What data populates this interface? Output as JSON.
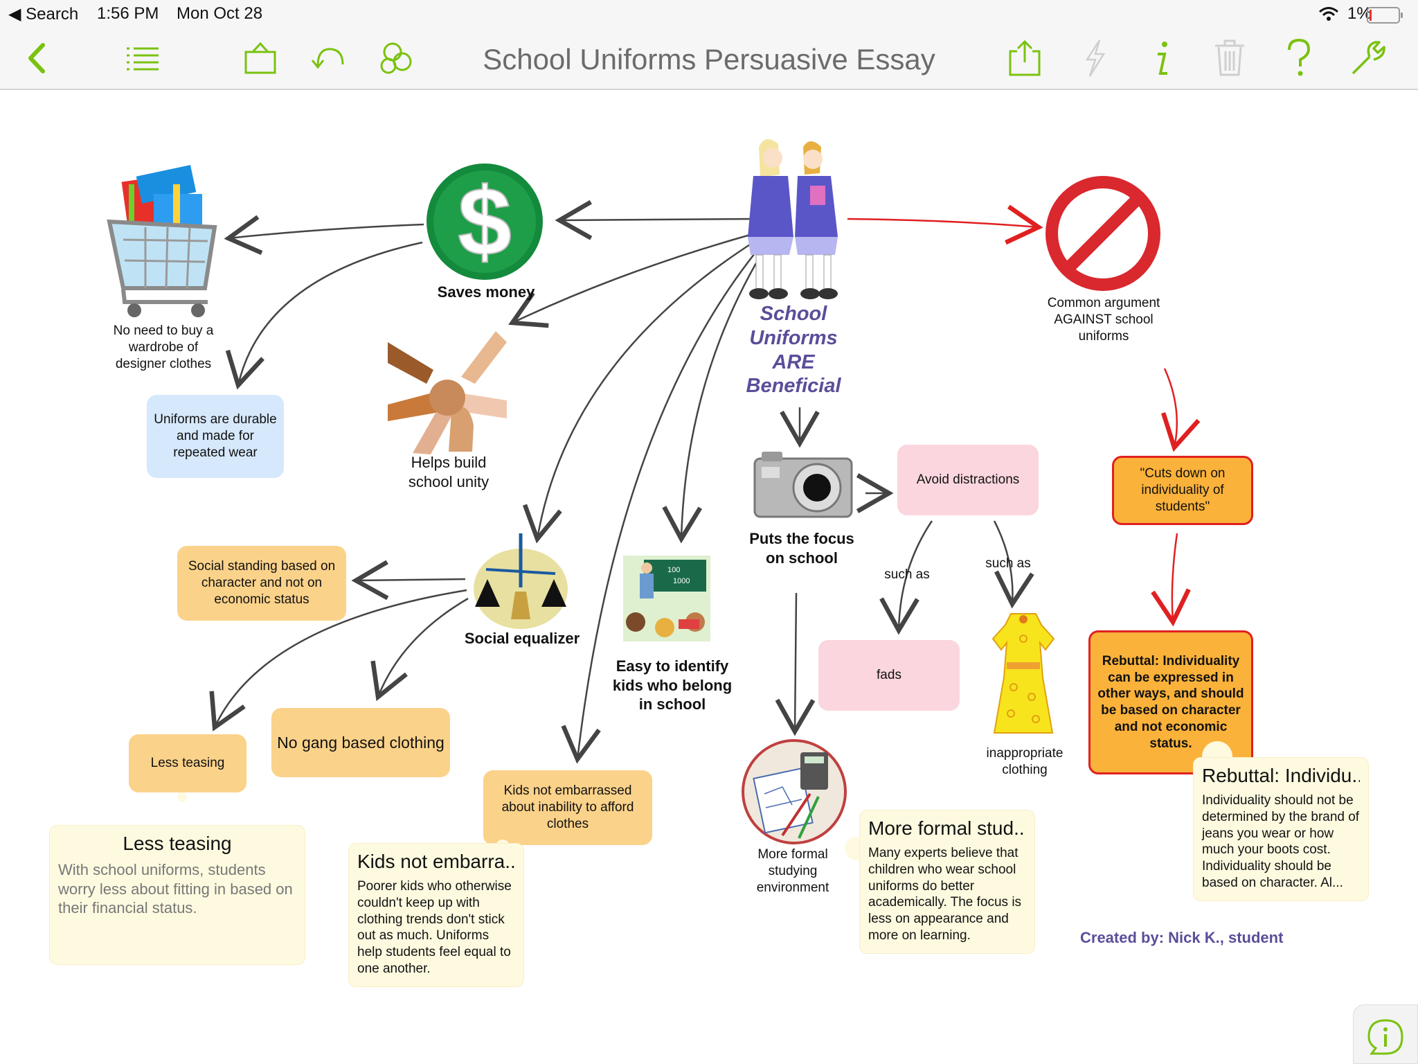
{
  "status_bar": {
    "back_app": "◀ Search",
    "time": "1:56 PM",
    "date": "Mon Oct 28",
    "battery": "1%"
  },
  "toolbar": {
    "title": "School Uniforms Persuasive Essay",
    "icons": [
      "back-chevron-icon",
      "outline-list-icon",
      "shopping-bag-icon",
      "undo-icon",
      "symbol-library-icon",
      "share-icon",
      "quick-action-icon",
      "info-icon",
      "trash-icon",
      "help-icon",
      "wrench-icon"
    ]
  },
  "colors": {
    "accent": "#7ac20f",
    "link_red": "#e02020",
    "main_title": "#5a4e9a",
    "orange_box": "#fbd28a",
    "blue_box": "#d6e8fb",
    "pink_box": "#fbd6de",
    "note_bg": "#fefae0"
  },
  "map": {
    "main_idea": "School Uniforms ARE Beneficial",
    "saves_money": "Saves money",
    "no_designer": "No need to buy a wardrobe of designer clothes",
    "durable": "Uniforms are durable and made for repeated wear",
    "unity": "Helps build school unity",
    "social_equalizer": "Social equalizer",
    "social_standing": "Social standing based on character and not on economic status",
    "less_teasing": "Less teasing",
    "no_gang": "No gang based clothing",
    "kids_not_embarrassed": "Kids not embarrassed about inability to afford clothes",
    "easy_identify": "Easy to identify kids who belong in school",
    "puts_focus": "Puts the focus on school",
    "avoid_distractions": "Avoid distractions",
    "such_as_1": "such as",
    "such_as_2": "such as",
    "fads": "fads",
    "inappropriate": "inappropriate clothing",
    "formal_env": "More formal studying environment",
    "common_argument": "Common argument AGAINST school uniforms",
    "cuts_down": "\"Cuts down on individuality of students\"",
    "rebuttal": "Rebuttal: Individuality can be expressed in other ways, and should be based on character and not economic status.",
    "credit": "Created by: Nick K., student"
  },
  "notes": {
    "less_teasing": {
      "title": "Less teasing",
      "body": "With school uniforms, students worry less about fitting in based on their financial status."
    },
    "kids_not": {
      "title": "Kids not embarra...",
      "body": "Poorer kids who otherwise couldn't keep up with clothing trends don't stick out as much. Uniforms help students feel equal to one another."
    },
    "formal": {
      "title": "More formal stud...",
      "body": "Many experts believe that children who wear school uniforms do better academically. The focus is less on appearance and more on learning."
    },
    "rebuttal": {
      "title": "Rebuttal: Individu...",
      "body": "Individuality should not be determined by the brand of jeans you wear or how much your boots cost. Individuality should be based on character. Al..."
    }
  }
}
